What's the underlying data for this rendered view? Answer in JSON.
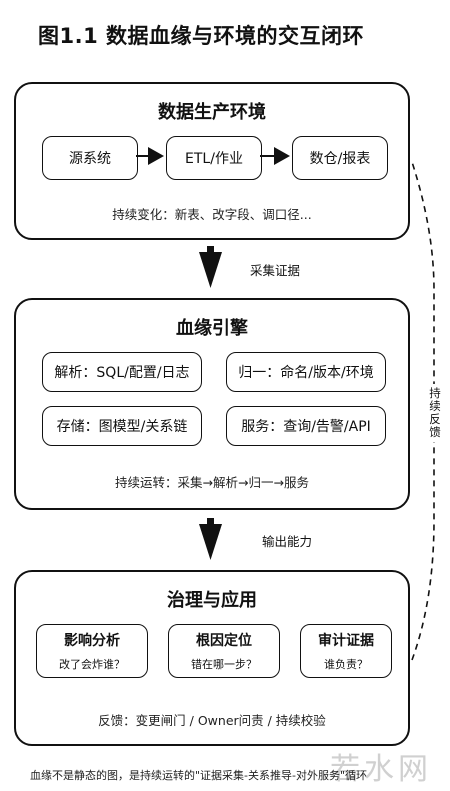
{
  "title": "图1.1 数据血缘与环境的交互闭环",
  "production": {
    "title": "数据生产环境",
    "nodes": [
      "源系统",
      "ETL/作业",
      "数仓/报表"
    ],
    "note": "持续变化：新表、改字段、调口径..."
  },
  "arrow1_label": "采集证据",
  "engine": {
    "title": "血缘引擎",
    "modules": [
      "解析：SQL/配置/日志",
      "归一：命名/版本/环境",
      "存储：图模型/关系链",
      "服务：查询/告警/API"
    ],
    "note": "持续运转：采集→解析→归一→服务"
  },
  "arrow2_label": "输出能力",
  "governance": {
    "title": "治理与应用",
    "items": [
      {
        "title": "影响分析",
        "question": "改了会炸谁？"
      },
      {
        "title": "根因定位",
        "question": "错在哪一步？"
      },
      {
        "title": "审计证据",
        "question": "谁负责？"
      }
    ],
    "note": "反馈：变更闸门 / Owner问责 / 持续校验"
  },
  "feedback_label": "持续反馈",
  "caption": "血缘不是静态的图，是持续运转的\"证据采集-关系推导-对外服务\"循环",
  "watermark": "若水网",
  "colors": {
    "stroke": "#111111",
    "background": "#ffffff"
  }
}
